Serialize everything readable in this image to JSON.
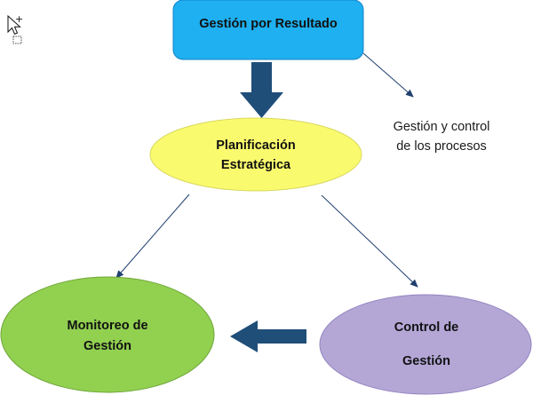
{
  "diagram": {
    "nodes": {
      "gestion_resultado": {
        "label": "Gestión por Resultado",
        "color": "#1eb0f0"
      },
      "planificacion": {
        "line1": "Planificación",
        "line2": "Estratégica",
        "color": "#fafa6e"
      },
      "monitoreo": {
        "line1": "Monitoreo de",
        "line2": "Gestión",
        "color": "#92d050"
      },
      "control": {
        "line1": "Control de",
        "line2": "Gestión",
        "color": "#b4a7d6"
      }
    },
    "annotation": {
      "line1": "Gestión y control",
      "line2": "de los procesos"
    },
    "arrow_color": "#1f4e79",
    "thin_arrow_color": "#1f3f6e",
    "cursor": {
      "plus_glyph": "+"
    }
  }
}
